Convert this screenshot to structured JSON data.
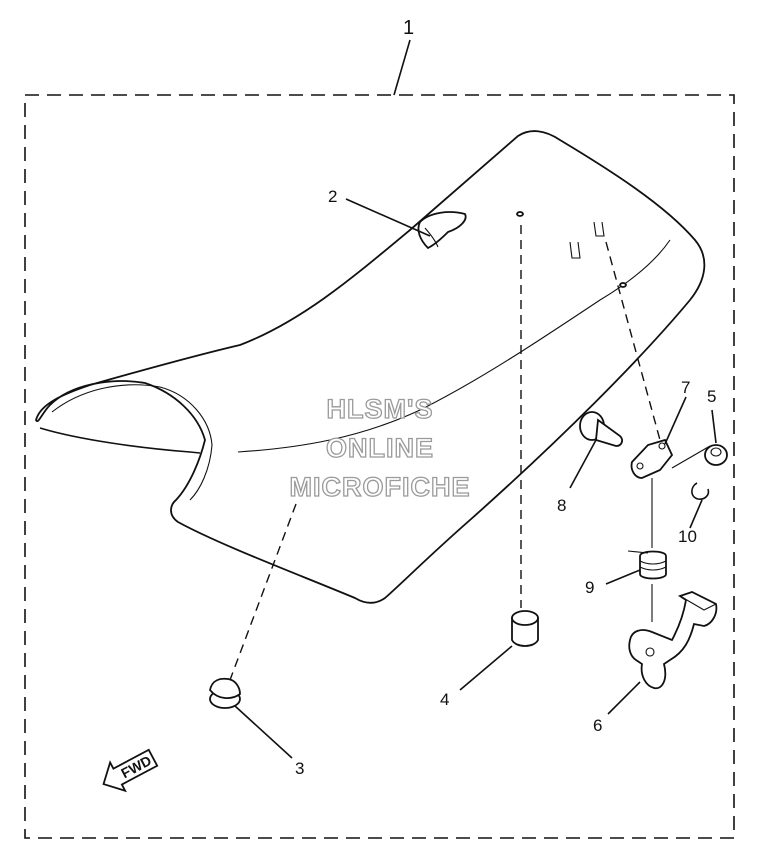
{
  "callouts": {
    "c1": "1",
    "c2": "2",
    "c3": "3",
    "c4": "4",
    "c5": "5",
    "c6": "6",
    "c7": "7",
    "c8": "8",
    "c9": "9",
    "c10": "10"
  },
  "watermark": {
    "line1": "HLSM'S",
    "line2": "ONLINE",
    "line3": "MICROFICHE"
  },
  "direction_arrow": {
    "label": "FWD"
  }
}
